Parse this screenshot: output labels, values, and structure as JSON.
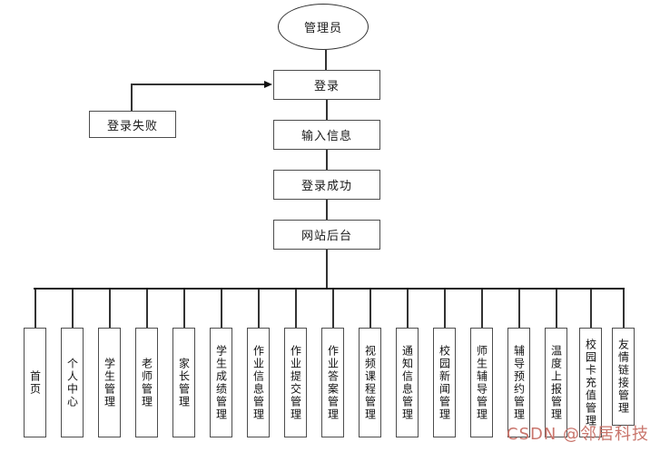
{
  "diagram": {
    "actor": {
      "label": "管理员"
    },
    "flow_nodes": [
      {
        "label": "登录"
      },
      {
        "label": "输入信息"
      },
      {
        "label": "登录成功"
      },
      {
        "label": "网站后台"
      }
    ],
    "fail_node": {
      "label": "登录失败"
    },
    "modules": [
      "首页",
      "个人中心",
      "学生管理",
      "老师管理",
      "家长管理",
      "学生成绩管理",
      "作业信息管理",
      "作业提交管理",
      "作业答案管理",
      "视频课程管理",
      "通知信息管理",
      "校园新闻管理",
      "师生辅导管理",
      "辅导预约管理",
      "温度上报管理",
      "校园卡充值管理",
      "友情链接管理"
    ],
    "watermark": "CSDN @邻居科技",
    "colors": {
      "box_border": "#4d4d4d",
      "connector": "#333333",
      "trunk": "#1a1a1a",
      "watermark": "#c9756c",
      "background": "#ffffff"
    }
  }
}
